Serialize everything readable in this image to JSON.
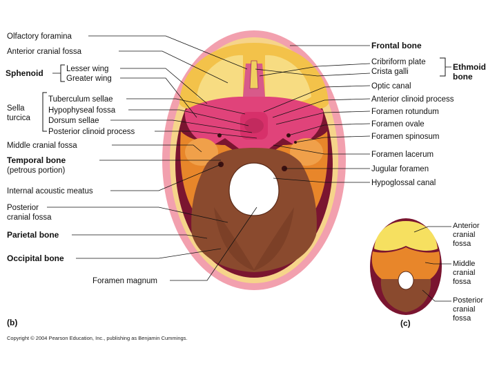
{
  "left_labels": {
    "olfactory_foramina": "Olfactory foramina",
    "anterior_cranial_fossa": "Anterior cranial fossa",
    "sphenoid": "Sphenoid",
    "lesser_wing": "Lesser wing",
    "greater_wing": "Greater wing",
    "sella_turcica_1": "Sella",
    "sella_turcica_2": "turcica",
    "tuberculum_sellae": "Tuberculum sellae",
    "hypophyseal_fossa": "Hypophyseal fossa",
    "dorsum_sellae": "Dorsum sellae",
    "posterior_clinoid_process": "Posterior clinoid process",
    "middle_cranial_fossa": "Middle cranial fossa",
    "temporal_bone": "Temporal bone",
    "petrous_portion": "(petrous portion)",
    "internal_acoustic_meatus": "Internal acoustic meatus",
    "posterior_cranial_fossa_1": "Posterior",
    "posterior_cranial_fossa_2": "cranial fossa",
    "parietal_bone": "Parietal bone",
    "occipital_bone": "Occipital bone",
    "foramen_magnum": "Foramen magnum"
  },
  "right_labels": {
    "frontal_bone": "Frontal bone",
    "cribriform_plate": "Cribriform plate",
    "crista_galli": "Crista galli",
    "ethmoid_1": "Ethmoid",
    "ethmoid_2": "bone",
    "optic_canal": "Optic canal",
    "anterior_clinoid_process": "Anterior clinoid process",
    "foramen_rotundum": "Foramen rotundum",
    "foramen_ovale": "Foramen ovale",
    "foramen_spinosum": "Foramen spinosum",
    "foramen_lacerum": "Foramen lacerum",
    "jugular_foramen": "Jugular foramen",
    "hypoglossal_canal": "Hypoglossal canal"
  },
  "inset_labels": {
    "anterior_1": "Anterior",
    "anterior_2": "cranial",
    "anterior_3": "fossa",
    "middle_1": "Middle",
    "middle_2": "cranial",
    "middle_3": "fossa",
    "posterior_1": "Posterior",
    "posterior_2": "cranial",
    "posterior_3": "fossa"
  },
  "panel_b": "(b)",
  "panel_c": "(c)",
  "copyright": "Copyright © 2004 Pearson Education, Inc., publishing as Benjamin Cummings.",
  "colors": {
    "skin": "#f2a0ae",
    "dark_rim": "#7a1530",
    "frontal": "#f3c24a",
    "frontal_light": "#f7dc82",
    "sphenoid": "#e0437a",
    "temporal": "#e8862a",
    "occipital": "#8a4a2e",
    "occipital_dark": "#6b3620",
    "ethmoid": "#d85a8a"
  }
}
